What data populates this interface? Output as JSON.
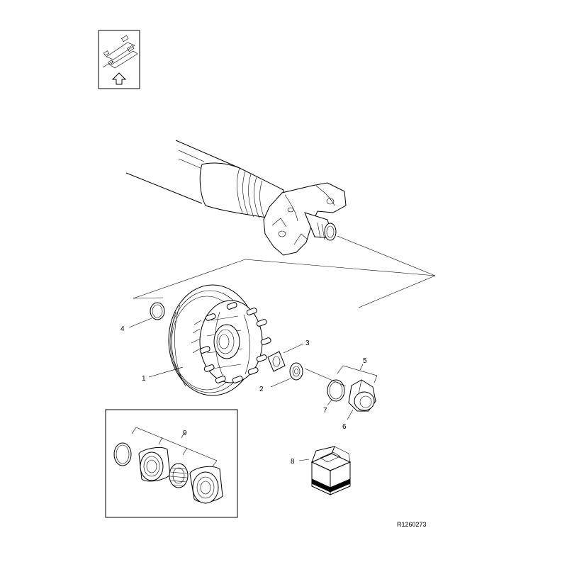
{
  "diagram": {
    "figure_ref": "R1260273",
    "callouts": {
      "c1": "1",
      "c2": "2",
      "c3": "3",
      "c4": "4",
      "c5": "5",
      "c6": "6",
      "c7": "7",
      "c8": "8",
      "c9": "9"
    },
    "icons": {
      "orientation_symbol": "vehicle-direction-icon",
      "kit_box": "parts-kit-box-icon"
    }
  }
}
